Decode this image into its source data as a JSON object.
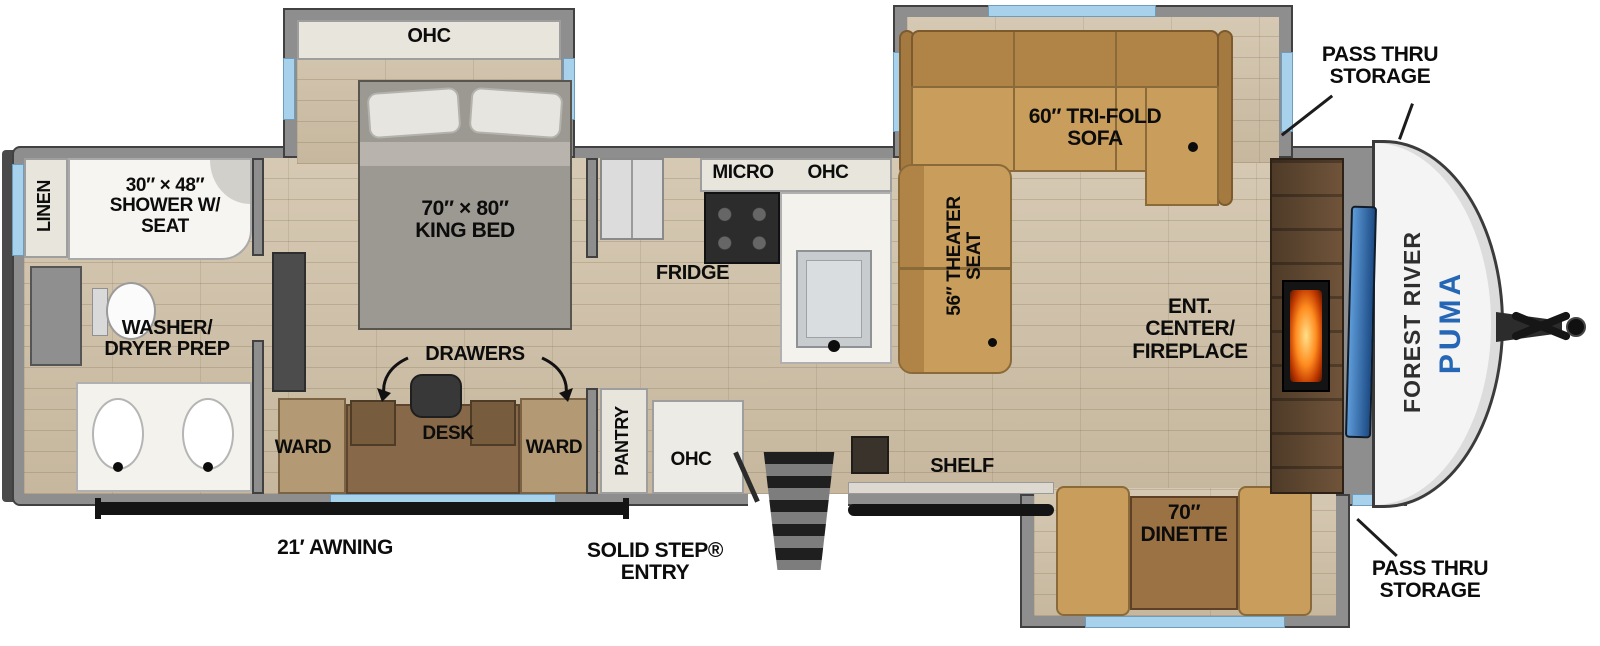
{
  "floorplan": {
    "brand": "FOREST RIVER",
    "model": "PUMA",
    "labels": {
      "ohc_bedroom": "OHC",
      "pass_thru_top": "PASS THRU\nSTORAGE",
      "pass_thru_bottom": "PASS THRU\nSTORAGE",
      "linen": "LINEN",
      "shower": "30″ × 48″\nSHOWER W/\nSEAT",
      "washer_dryer": "WASHER/\nDRYER PREP",
      "king_bed": "70″ × 80″\nKING BED",
      "drawers": "DRAWERS",
      "ward_left": "WARD",
      "desk": "DESK",
      "ward_right": "WARD",
      "micro": "MICRO",
      "ohc_kitchen_top": "OHC",
      "fridge": "FRIDGE",
      "pantry": "PANTRY",
      "ohc_kitchen_bottom": "OHC",
      "tri_fold_sofa": "60″ TRI-FOLD\nSOFA",
      "theater_seat": "56″ THEATER\nSEAT",
      "ent_center": "ENT.\nCENTER/\nFIREPLACE",
      "shelf": "SHELF",
      "dinette": "70″\nDINETTE",
      "awning": "21′ AWNING",
      "entry": "SOLID STEP®\nENTRY"
    },
    "colors": {
      "wall": "#8e8e8e",
      "floor": "#cfc2ac",
      "window": "#a8d1ec",
      "sofa_tan": "#c99d5c",
      "wood_dark": "#87694a",
      "tv_blue": "#2f6fc1",
      "fireplace_orange": "#ff8c1f",
      "brand_blue": "#2566b5",
      "awning_black": "#141414"
    }
  }
}
